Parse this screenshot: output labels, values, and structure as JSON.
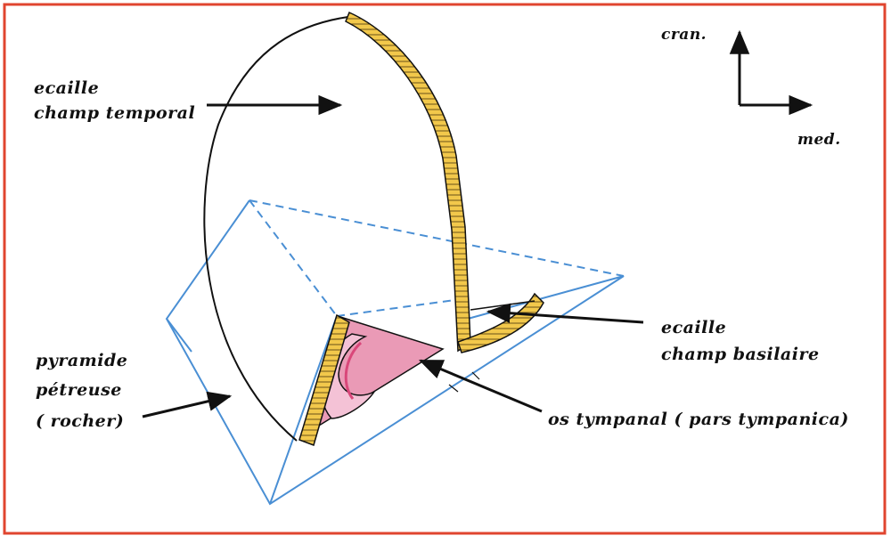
{
  "labels": {
    "ecaille_temporal_1": "ecaille",
    "ecaille_temporal_2": "champ temporal",
    "ecaille_basilaire_1": "ecaille",
    "ecaille_basilaire_2": "champ basilaire",
    "pyramide_1": "pyramide",
    "pyramide_2": "pétreuse",
    "pyramide_3": "( rocher)",
    "os_tympanal": "os tympanal ( pars tympanica)",
    "orient_cran": "cran.",
    "orient_med": "med."
  },
  "colors": {
    "frame": "#e0452f",
    "outline": "#111111",
    "pyramid": "#4a8fd4",
    "bone_band": "#f2c84b",
    "bone_edge": "#6a5218",
    "tympanal": "#d9477a",
    "tympanal_light": "#f4c2d6"
  }
}
